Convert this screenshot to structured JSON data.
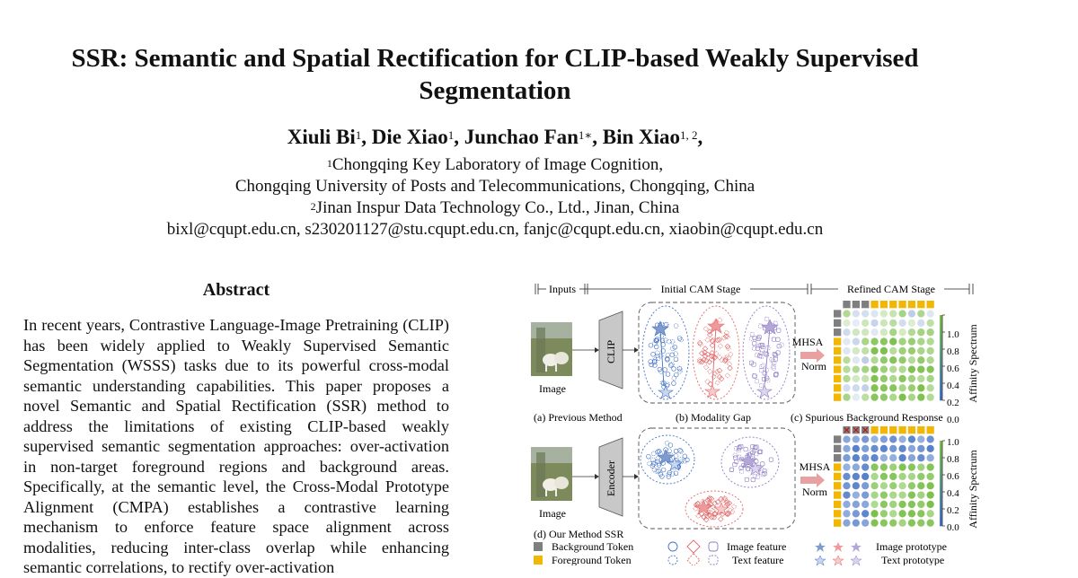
{
  "paper": {
    "title_line1": "SSR: Semantic and Spatial Rectification for CLIP-based Weakly Supervised",
    "title_line2": "Segmentation",
    "authors": [
      {
        "name": "Xiuli Bi",
        "sup": "1",
        "sep": ", "
      },
      {
        "name": "Die Xiao",
        "sup": "1",
        "sep": ", "
      },
      {
        "name": "Junchao Fan",
        "sup": "1∗",
        "sep": ", "
      },
      {
        "name": "Bin Xiao",
        "sup": "1, 2",
        "sep": ","
      }
    ],
    "affiliations": {
      "line1_sup": "1",
      "line1": "Chongqing Key Laboratory of Image Cognition,",
      "line2": "Chongqing University of Posts and Telecommunications, Chongqing, China",
      "line3_sup": "2",
      "line3": "Jinan Inspur Data Technology Co., Ltd., Jinan, China",
      "emails": "bixl@cqupt.edu.cn, s230201127@stu.cqupt.edu.cn, fanjc@cqupt.edu.cn, xiaobin@cqupt.edu.cn"
    },
    "abstract_heading": "Abstract",
    "abstract_text": "In recent years, Contrastive Language-Image Pretraining (CLIP) has been widely applied to Weakly Supervised Semantic Segmentation (WSSS) tasks due to its powerful cross-modal semantic understanding capabilities. This paper proposes a novel Semantic and Spatial Rectification (SSR) method to address the limitations of existing CLIP-based weakly supervised semantic segmentation approaches: over-activation in non-target foreground regions and background areas. Specifically, at the semantic level, the Cross-Modal Prototype Alignment (CMPA) establishes a contrastive learning mechanism to enforce feature space alignment across modalities, reducing inter-class overlap while enhancing semantic correlations, to rectify over-activation"
  },
  "figure": {
    "stage_inputs": "Inputs",
    "stage_initial": "Initial CAM Stage",
    "stage_refined": "Refined CAM Stage",
    "image_label": "Image",
    "clip_label": "CLIP",
    "encoder_label": "Encoder",
    "mhsa_label": "MHSA",
    "norm_label": "Norm",
    "spectrum_label": "Affinity Spectrum",
    "ticks": [
      "1.0",
      "0.8",
      "0.6",
      "0.4",
      "0.2",
      "0.0"
    ],
    "caption_a": "(a) Previous Method",
    "caption_b": "(b) Modality Gap",
    "caption_c": "(c) Spurious Background Response",
    "caption_d": "(d) Our Method SSR",
    "legend_bg_token": "Background Token",
    "legend_fg_token": "Foreground Token",
    "legend_image_feature": "Image feature",
    "legend_text_feature": "Text feature",
    "legend_image_prototype": "Image prototype",
    "legend_text_prototype": "Text prototype",
    "colors": {
      "background_token": "#7f7f7f",
      "foreground_token": "#f2b705",
      "blue": "#4472c4",
      "red": "#e06666",
      "purple": "#8e7cc3",
      "green": "#7bbf4a"
    }
  }
}
